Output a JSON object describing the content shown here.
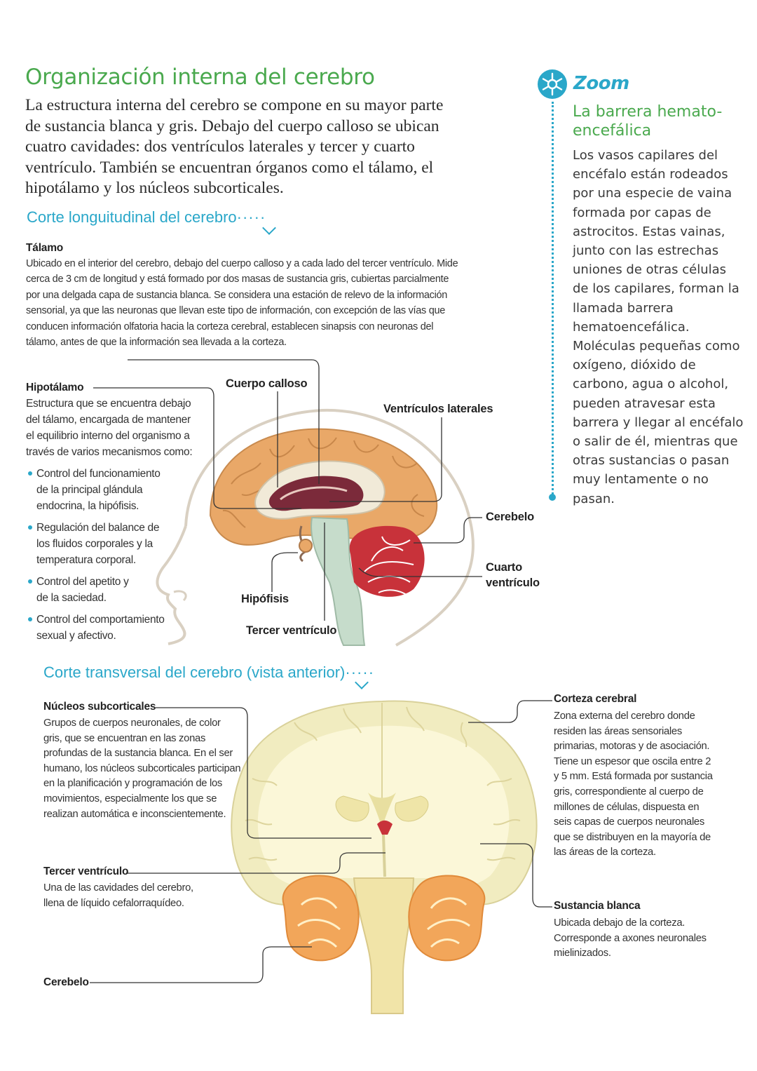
{
  "header": {
    "title": "Organización interna del cerebro",
    "intro": "La estructura interna del cerebro se compone en su mayor parte de sustancia blanca y gris. Debajo del cuerpo calloso se ubican cuatro cavidades: dos ventrículos laterales y tercer y cuarto ventrículo. También se encuentran órganos como el tálamo, el hipotálamo y los núcleos subcorticales."
  },
  "longitudinal": {
    "section_title": "Corte longuitudinal del cerebro",
    "talamo": {
      "title": "Tálamo",
      "text": "Ubicado en el interior del cerebro, debajo del cuerpo calloso y a cada lado del tercer ventrículo. Mide cerca de 3 cm de longitud y está formado por dos masas de sustancia gris, cubiertas parcialmente por una delgada capa de sustancia blanca. Se considera una estación de relevo de la información sensorial, ya que las neuronas que llevan este tipo de información, con excepción de las vías que conducen información olfatoria hacia la corteza cerebral, establecen sinapsis con neuronas del tálamo, antes de que la información sea llevada a la corteza."
    },
    "hipotalamo": {
      "title": "Hipotálamo",
      "text": "Estructura que se encuentra debajo del tálamo, encargada de mantener el equilibrio interno del organismo a través de varios mecanismos como:",
      "bullets": [
        "Control del funcionamiento de la principal glándula endocrina, la hipófisis.",
        "Regulación del balance de los fluidos corporales y la temperatura corporal.",
        "Control del apetito y de la saciedad.",
        "Control del comportamiento sexual y afectivo."
      ]
    },
    "labels": {
      "cuerpo_calloso": "Cuerpo calloso",
      "ventriculos_laterales": "Ventrículos laterales",
      "cerebelo": "Cerebelo",
      "cuarto_ventriculo_1": "Cuarto",
      "cuarto_ventriculo_2": "ventrículo",
      "hipofisis": "Hipófisis",
      "tercer_ventriculo": "Tercer ventrículo"
    }
  },
  "zoom": {
    "label": "Zoom",
    "subtitle": "La barrera hemato-encefálica",
    "body": "Los vasos capilares del encéfalo están rodeados por una especie de vaina formada por capas de astrocitos. Estas vainas, junto con las estrechas uniones de otras células de los capilares, forman la llamada barrera hematoencefálica. Moléculas pequeñas como oxígeno, dióxido de carbono, agua o alcohol, pueden atravesar esta barrera y llegar al encéfalo o salir de él, mientras que otras sustancias o pasan muy lentamente o no pasan.",
    "accent": "#2aa7c9"
  },
  "transversal": {
    "section_title": "Corte transversal del cerebro (vista anterior)",
    "nucleos": {
      "title": "Núcleos subcorticales",
      "text": "Grupos de cuerpos neuronales, de color gris, que se encuentran en las zonas profundas de la sustancia blanca. En el ser humano, los núcleos subcorticales participan en la planificación y programación de los movimientos, especialmente los que se realizan automática e inconscientemente."
    },
    "tercer": {
      "title": "Tercer ventrículo",
      "text": "Una de las cavidades del cerebro, llena de líquido cefalorraquídeo."
    },
    "cerebelo": {
      "title": "Cerebelo"
    },
    "corteza": {
      "title": "Corteza cerebral",
      "text": "Zona externa del cerebro donde residen las áreas sensoriales primarias, motoras y de asociación. Tiene un espesor que oscila entre 2 y 5 mm. Está formada por sustancia gris, correspondiente al cuerpo de millones de células, dispuesta en seis capas de cuerpos neuronales que se distribuyen en la mayoría de las áreas de la corteza."
    },
    "sustancia": {
      "title": "Sustancia blanca",
      "text": "Ubicada debajo de la corteza. Corresponde a axones neuronales mielinizados."
    }
  },
  "colors": {
    "title_green": "#4aa94e",
    "accent_blue": "#2aa7c9",
    "cortex_orange": "#e9a868",
    "white_matter": "#f6f1c9",
    "cerebellum_red": "#c8323a"
  }
}
